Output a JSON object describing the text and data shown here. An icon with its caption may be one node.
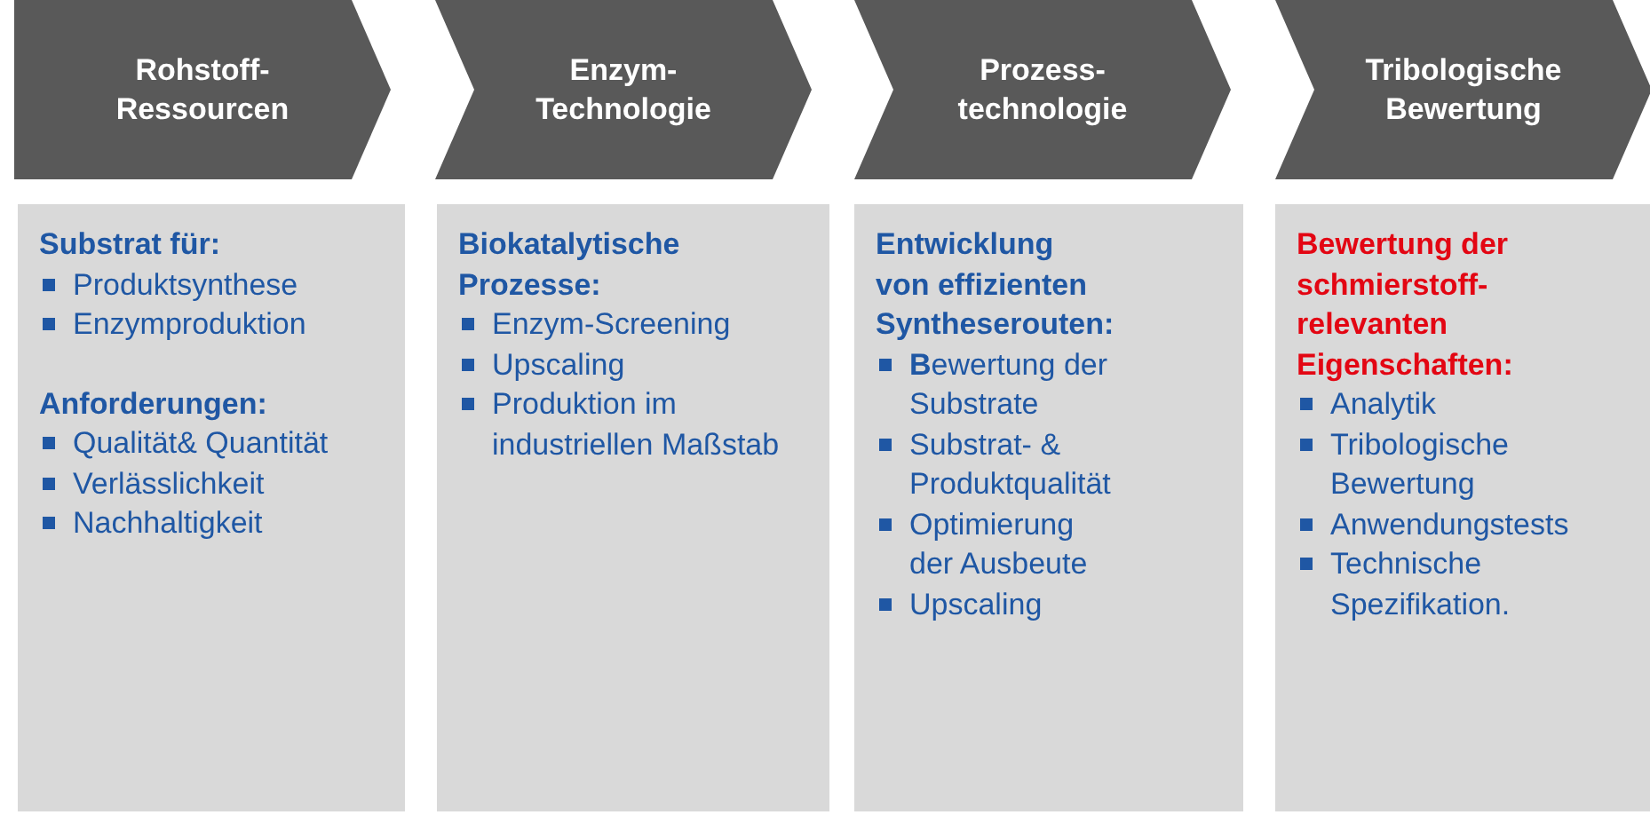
{
  "diagram": {
    "nodes": [
      {
        "text": [
          "Rohstoff- Ressourcen"
        ]
      },
      {
        "text": [
          "Enzym- Technologie"
        ]
      },
      {
        "text": [
          "Prozess- technologie"
        ]
      },
      {
        "text": [
          "Tribologische Bewertung"
        ]
      },
      {
        "text": [
          "Substrat für:",
          "Produktsynthese",
          "Enzymproduktion",
          "Anforderungen:",
          "Qualität& Quantität",
          "Verlässlichkeit",
          "Nachhaltigkeit"
        ]
      },
      {
        "text": [
          "Biokatalytische Prozesse:",
          "Enzym-Screening",
          "Upscaling",
          "Produktion im industriellen Maßstab"
        ]
      },
      {
        "text": [
          "Entwicklung von effizienten Syntheserouten:",
          "**B**ewertung der Substrate",
          "Substrat- & Produktqualität",
          "Optimierung der Ausbeute",
          "Upscaling"
        ]
      },
      {
        "text": [
          "Bewertung der schmierstoff-relevanten Eigenschaften:",
          "Analytik",
          "Tribologische Bewertung",
          "Anwendungstests",
          "Technische Spezifikation."
        ]
      }
    ]
  }
}
